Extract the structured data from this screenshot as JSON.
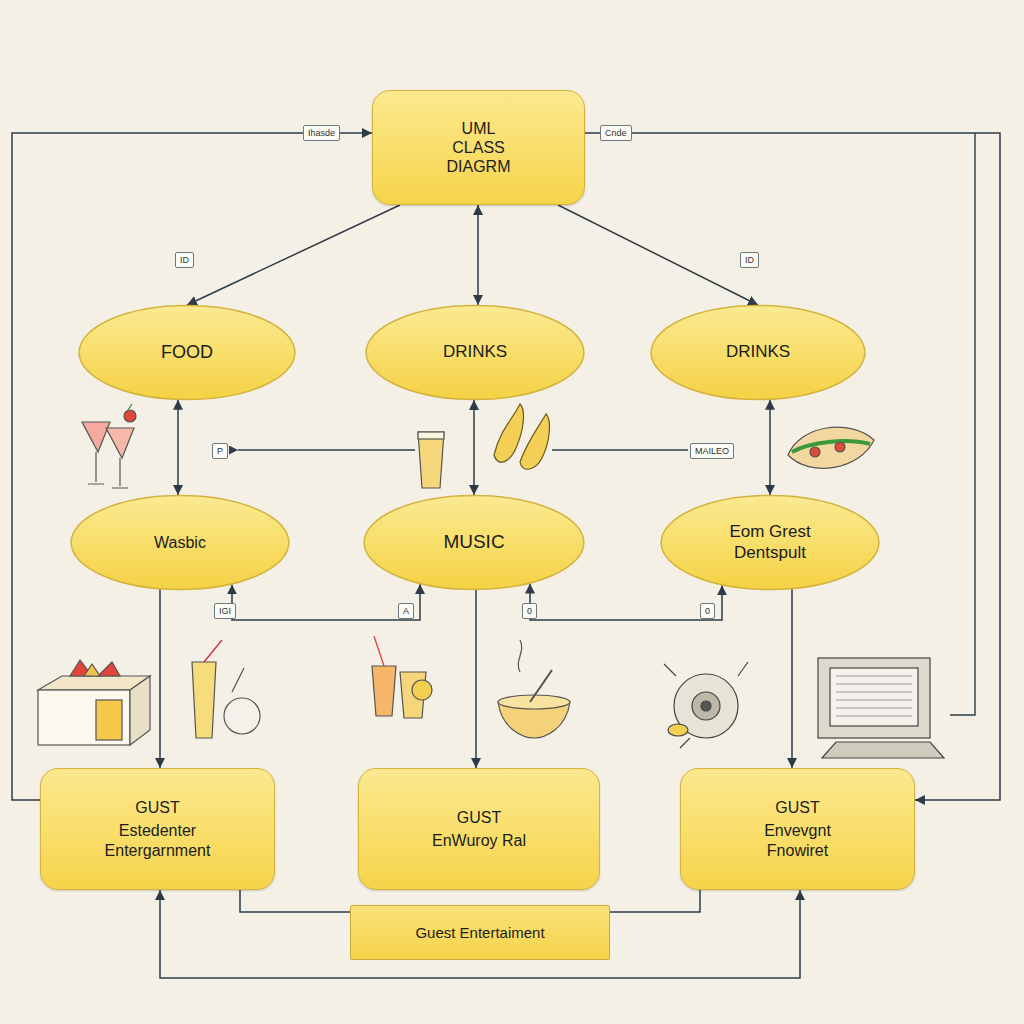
{
  "diagram": {
    "nodes": [
      {
        "text": [
          "UML CLASS DIAGRM"
        ]
      },
      {
        "text": [
          "FOOD"
        ]
      },
      {
        "text": [
          "DRINKS"
        ]
      },
      {
        "text": [
          "DRINKS"
        ]
      },
      {
        "text": [
          "Wasbic"
        ]
      },
      {
        "text": [
          "MUSIC"
        ]
      },
      {
        "text": [
          "Eom Grest Dentspult"
        ]
      },
      {
        "text": [
          "GUST",
          "Estedenter Entergarnment"
        ]
      },
      {
        "text": [
          "GUST",
          "EnWuroy Ral"
        ]
      },
      {
        "text": [
          "GUST",
          "Envevgnt Fnowiret"
        ]
      },
      {
        "text": [
          "Guest Entertaiment"
        ]
      }
    ],
    "edges": [
      {
        "from": 0,
        "to": 1,
        "arrow": "to"
      },
      {
        "from": 0,
        "to": 2,
        "arrow": "both"
      },
      {
        "from": 0,
        "to": 3,
        "arrow": "to"
      },
      {
        "from": 1,
        "to": 4,
        "arrow": "both"
      },
      {
        "from": 2,
        "to": 5,
        "arrow": "both"
      },
      {
        "from": 3,
        "to": 6,
        "arrow": "both"
      },
      {
        "from": 4,
        "to": 7,
        "arrow": "to"
      },
      {
        "from": 5,
        "to": 8,
        "arrow": "to"
      },
      {
        "from": 6,
        "to": 9,
        "arrow": "to"
      },
      {
        "from": 4,
        "to": 5,
        "arrow": "both"
      },
      {
        "from": 5,
        "to": 6,
        "arrow": "both"
      },
      {
        "from": 7,
        "to": 0,
        "arrow": "to"
      },
      {
        "from": 0,
        "to": 9,
        "arrow": "to"
      },
      {
        "from": 7,
        "to": 9,
        "arrow": "both"
      },
      {
        "from": 10,
        "to": 7,
        "arrow": "none"
      },
      {
        "from": 10,
        "to": 9,
        "arrow": "none"
      }
    ],
    "labels": [
      "Ihasde",
      "Cnde",
      "ID",
      "ID",
      "P",
      "MAILEO",
      "IGI",
      "A",
      "0",
      "0"
    ]
  }
}
